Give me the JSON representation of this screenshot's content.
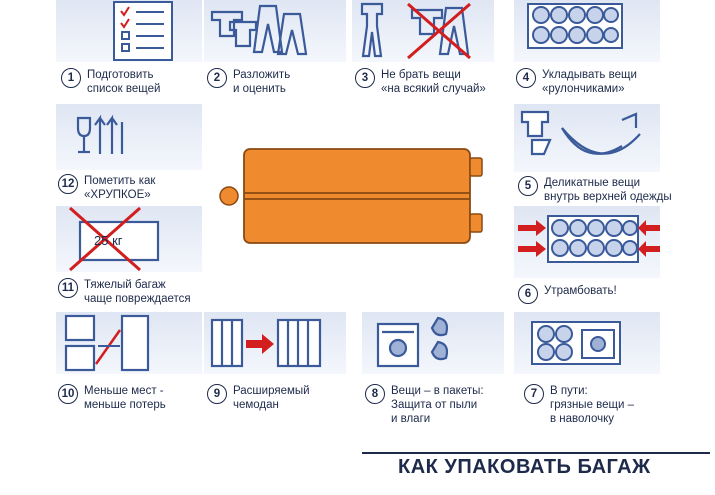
{
  "title": "КАК УПАКОВАТЬ БАГАЖ",
  "colors": {
    "ink": "#1d2a4a",
    "icon_blue": "#3a5a9a",
    "suitcase": "#f08a2e",
    "cross": "#d21e1e",
    "arrow": "#d21e1e"
  },
  "steps": [
    {
      "number": "1",
      "line1": "Подготовить",
      "line2": "список вещей",
      "icon": "checklist-icon"
    },
    {
      "number": "2",
      "line1": "Разложить",
      "line2": "и оценить",
      "icon": "clothes-icon"
    },
    {
      "number": "3",
      "line1": "Не брать вещи",
      "line2": "«на всякий случай»",
      "icon": "crossed-clothes-icon"
    },
    {
      "number": "4",
      "line1": "Укладывать вещи",
      "line2": "«рулончиками»",
      "icon": "rolled-items-icon"
    },
    {
      "number": "5",
      "line1": "Деликатные вещи",
      "line2": "внутрь верхней одежды",
      "icon": "wrap-icon"
    },
    {
      "number": "6",
      "line1": "Утрамбовать!",
      "line2": "",
      "icon": "compress-icon"
    },
    {
      "number": "7",
      "line1": "В пути:",
      "line2": "грязные вещи –",
      "line3": "в наволочку",
      "icon": "pillowcase-icon"
    },
    {
      "number": "8",
      "line1": "Вещи – в пакеты:",
      "line2": "Защита от пыли",
      "line3": "и влаги",
      "icon": "bags-icon"
    },
    {
      "number": "9",
      "line1": "Расширяемый",
      "line2": "чемодан",
      "icon": "expandable-suitcase-icon"
    },
    {
      "number": "10",
      "line1": "Меньше мест -",
      "line2": "меньше потерь",
      "icon": "fewer-pieces-icon"
    },
    {
      "number": "11",
      "line1": "Тяжелый багаж",
      "line2": "чаще повреждается",
      "icon": "heavy-luggage-icon",
      "weight_label": "25 кг"
    },
    {
      "number": "12",
      "line1": "Пометить как",
      "line2": "«ХРУПКОЕ»",
      "icon": "fragile-icon"
    }
  ]
}
